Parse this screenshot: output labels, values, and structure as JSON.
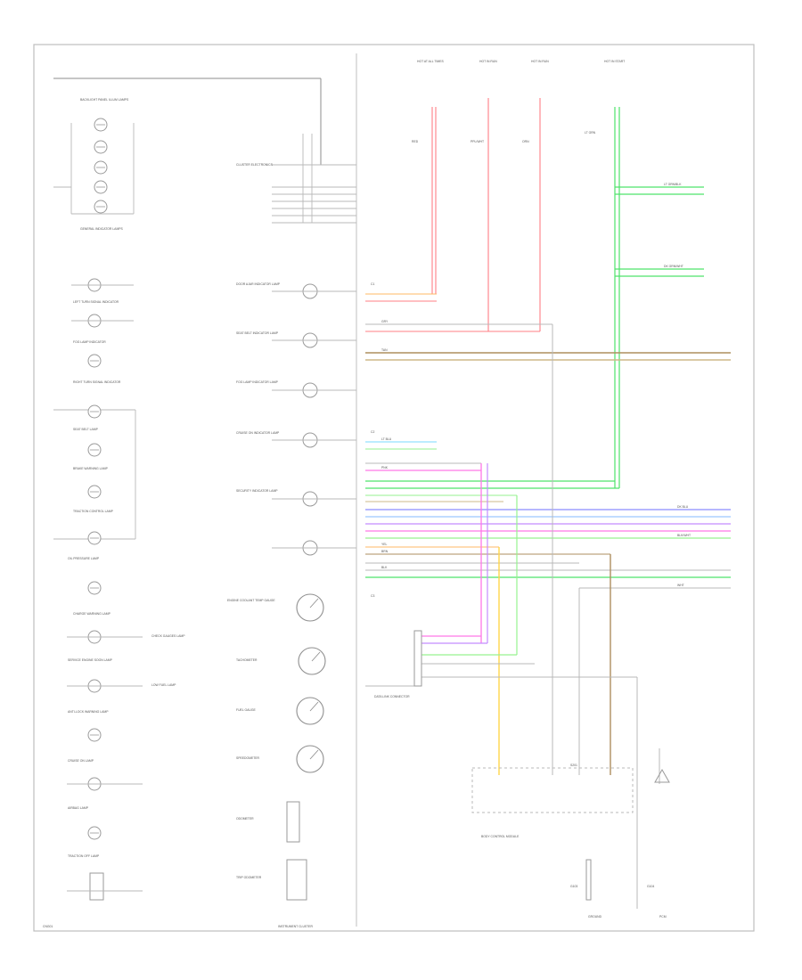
{
  "diagram": {
    "page_label": "CNG01",
    "footer_title": "INSTRUMENT CLUSTER",
    "left_column_labels": [
      "BACKLIGHT PANEL ILLUM LAMPS",
      "GENERAL INDICATOR LAMPS",
      "LEFT TURN SIGNAL INDICATOR",
      "FOG LAMP INDICATOR",
      "RIGHT TURN SIGNAL INDICATOR",
      "SEAT BELT LAMP",
      "BRAKE WARNING LAMP",
      "TRACTION CONTROL LAMP",
      "OIL PRESSURE LAMP",
      "CHARGE WARNING LAMP",
      "CHECK GAUGES LAMP",
      "SERVICE ENGINE SOON LAMP",
      "LOW FUEL LAMP",
      "ANTI-LOCK WARNING LAMP",
      "CRUISE ON LAMP",
      "AIRBAG LAMP",
      "TRACTION OFF LAMP"
    ],
    "middle_column_labels": [
      "CLUSTER ELECTRONICS",
      "DOOR AJAR INDICATOR LAMP",
      "SEAT BELT INDICATOR LAMP",
      "FOG LAMP INDICATOR LAMP",
      "CRUISE ON INDICATOR LAMP",
      "SECURITY INDICATOR LAMP",
      "ENGINE COOLANT TEMP GAUGE",
      "TACHOMETER",
      "FUEL GAUGE",
      "SPEEDOMETER",
      "ODOMETER",
      "TRIP ODOMETER"
    ],
    "wire_labels": [
      "RED",
      "PPL/WHT",
      "ORN",
      "LT GRN",
      "LT GRN/BLK",
      "DK GRN/WHT",
      "GRY",
      "TAN",
      "PNK",
      "YEL",
      "BRN",
      "BLK",
      "DK BLU",
      "BLK/WHT",
      "WHT",
      "LT BLU"
    ],
    "right_labels": [
      "HOT AT ALL TIMES",
      "HOT IN RUN",
      "HOT IN RUN",
      "HOT IN START",
      "DATA LINK CONNECTOR",
      "BODY CONTROL MODULE",
      "PCM",
      "GROUND"
    ],
    "connector_labels": [
      "C1",
      "C2",
      "C3",
      "G103",
      "G104",
      "S201"
    ],
    "colors": {
      "red": "#ff7f86",
      "pink": "#ff77e8",
      "green": "#4ee36a",
      "light_green": "#96f28f",
      "blue": "#8a8cff",
      "cyan": "#7ad8ff",
      "brown": "#ad8f5f",
      "tan": "#cdb889",
      "yellow": "#ffd54a",
      "orange": "#ffb866",
      "gray": "#b8b8b8",
      "purple": "#c48cff"
    }
  }
}
